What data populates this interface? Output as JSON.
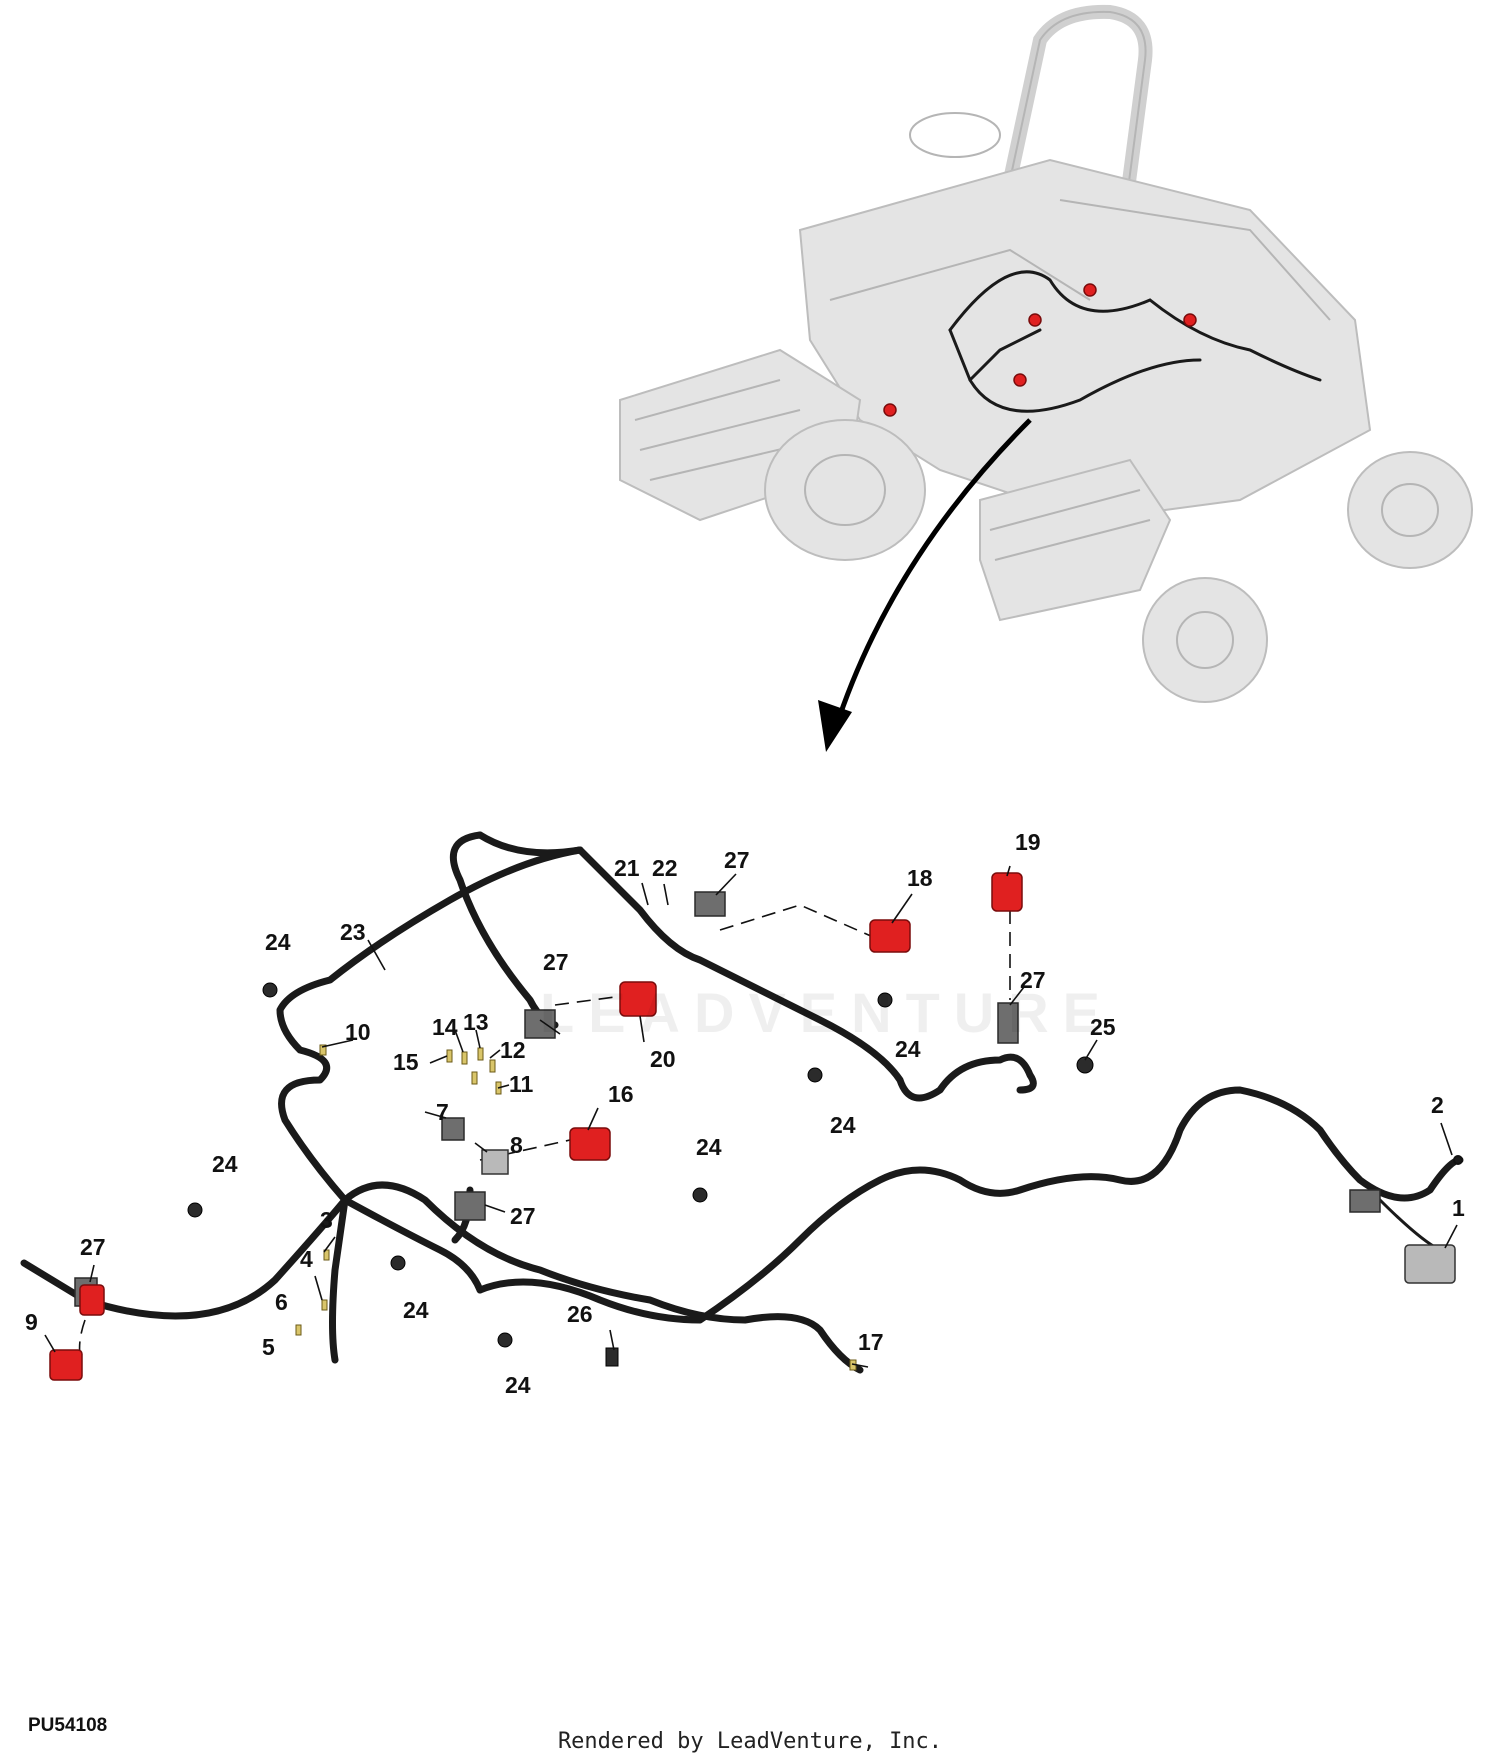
{
  "figure_id": "PU54108",
  "footer_credit": "Rendered by LeadVenture, Inc.",
  "watermark_text": "LEADVENTURE",
  "colors": {
    "highlight_connector": "#e02020",
    "harness": "#1a1a1a",
    "vehicle_ghost": "#e4e4e4"
  },
  "callouts": {
    "c1": "1",
    "c2": "2",
    "c3": "3",
    "c4": "4",
    "c5": "5",
    "c6": "6",
    "c7": "7",
    "c8": "8",
    "c9": "9",
    "c10": "10",
    "c11": "11",
    "c12": "12",
    "c13": "13",
    "c14": "14",
    "c15": "15",
    "c16": "16",
    "c17": "17",
    "c18": "18",
    "c19": "19",
    "c20": "20",
    "c21": "21",
    "c22": "22",
    "c23": "23",
    "c24a": "24",
    "c24b": "24",
    "c24c": "24",
    "c24d": "24",
    "c24e": "24",
    "c24f": "24",
    "c24g": "24",
    "c25": "25",
    "c26": "26",
    "c27a": "27",
    "c27b": "27",
    "c27c": "27",
    "c27d": "27",
    "c27e": "27"
  }
}
